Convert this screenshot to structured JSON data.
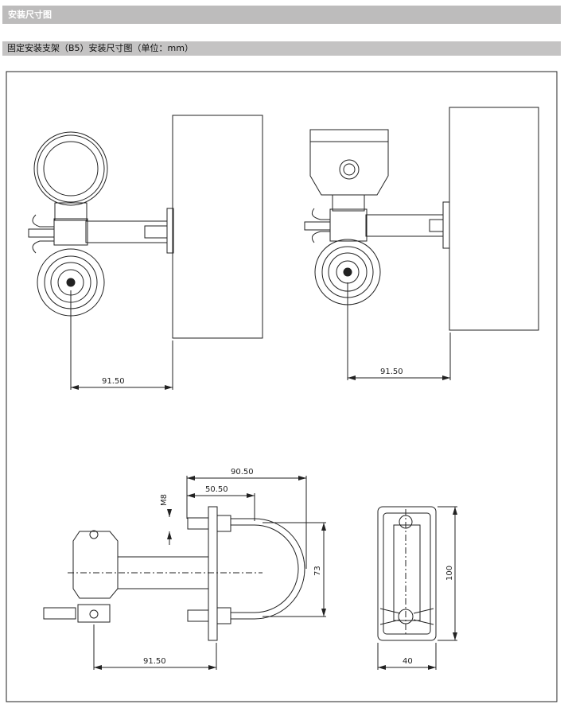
{
  "section_title": "安装尺寸图",
  "subsection_title": "固定安装支架（B5）安装尺寸图（单位：mm）",
  "drawing": {
    "view1_dim": "91.50",
    "view2_dim": "91.50",
    "view3_dims": {
      "overall": "90.50",
      "inner": "50.50",
      "thread": "M8",
      "height": "73",
      "offset": "91.50"
    },
    "view4_dims": {
      "height": "100",
      "width": "40"
    }
  }
}
